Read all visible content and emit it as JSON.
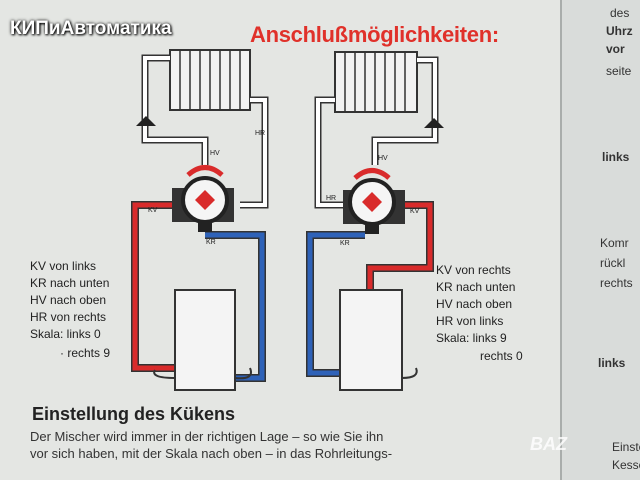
{
  "watermark": {
    "text": "КИПиАвтоматика"
  },
  "heading": {
    "visible_part": "Anschlußmöglichkeiten:"
  },
  "left_labels": [
    "KV von links",
    "KR nach unten",
    "HV nach oben",
    "HR von rechts",
    "Skala: links 0",
    "· rechts 9"
  ],
  "right_labels": [
    "KV von rechts",
    "KR nach unten",
    "HV nach oben",
    "HR von links",
    "Skala: links 9",
    "rechts 0"
  ],
  "diagram_tags": {
    "kv": "KV",
    "kr": "KR",
    "hv": "HV",
    "hr": "HR"
  },
  "section": {
    "title": "Einstellung des Kükens"
  },
  "body": {
    "line1": "Der Mischer wird immer in der richtigen Lage – so wie Sie ihn",
    "line2": "vor sich haben, mit der Skala nach oben – in das Rohrleitungs-"
  },
  "right_page": {
    "lines": [
      "des",
      "Uhrz",
      "vor",
      "seite",
      "links",
      "Komr",
      "rückl",
      "rechts",
      "links",
      "Einste",
      "Kesse"
    ]
  },
  "corner_watermark": {
    "text": "BAZ"
  },
  "colors": {
    "supply": "#d92b2b",
    "return": "#2e62b8",
    "pipe": "#ffffff",
    "outline": "#333333"
  }
}
